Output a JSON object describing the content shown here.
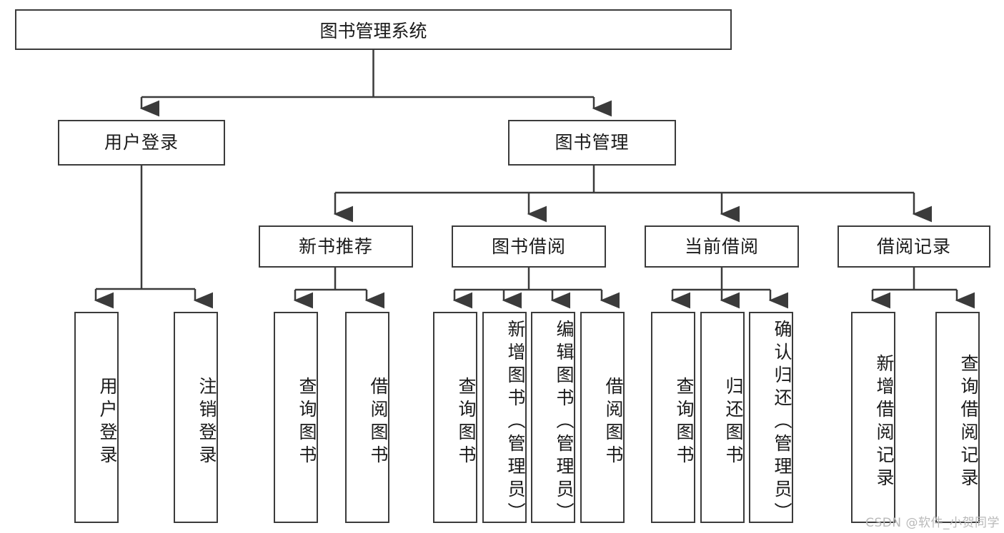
{
  "diagram": {
    "title": "图书管理系统",
    "root": {
      "label": "图书管理系统"
    },
    "level2": [
      {
        "label": "用户登录"
      },
      {
        "label": "图书管理"
      }
    ],
    "level3": [
      {
        "label": "新书推荐"
      },
      {
        "label": "图书借阅"
      },
      {
        "label": "当前借阅"
      },
      {
        "label": "借阅记录"
      }
    ],
    "leaves": [
      {
        "label": "用户登录"
      },
      {
        "label": "注销登录"
      },
      {
        "label": "查询图书"
      },
      {
        "label": "借阅图书"
      },
      {
        "label": "查询图书"
      },
      {
        "label": "新增图书（管理员）"
      },
      {
        "label": "编辑图书（管理员）"
      },
      {
        "label": "借阅图书"
      },
      {
        "label": "查询图书"
      },
      {
        "label": "归还图书"
      },
      {
        "label": "确认归还（管理员）"
      },
      {
        "label": "新增借阅记录"
      },
      {
        "label": "查询借阅记录"
      }
    ],
    "watermark": "CSDN @软件_小贺同学",
    "colors": {
      "stroke": "#3b3b3b",
      "background": "#ffffff",
      "text": "#1a1a1a",
      "watermark": "#b9b9b9"
    }
  }
}
